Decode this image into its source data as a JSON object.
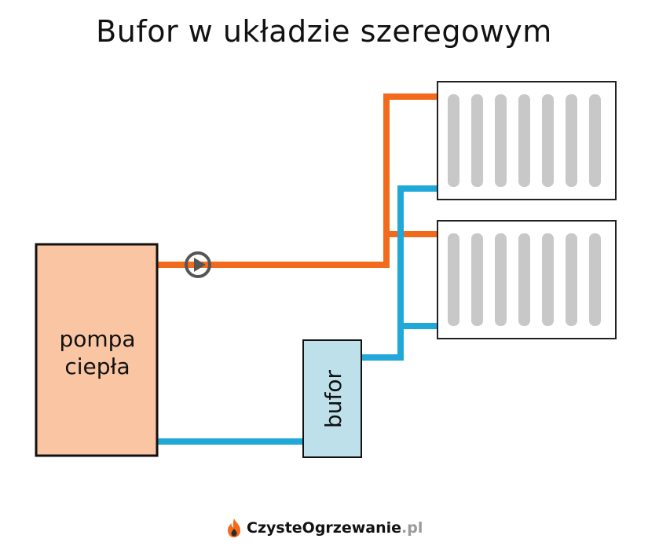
{
  "title": "Bufor w układzie szeregowym",
  "heat_pump": {
    "line1": "pompa",
    "line2": "ciepła"
  },
  "buffer": {
    "label": "bufor"
  },
  "brand": {
    "name": "CzysteOgrzewanie",
    "tld": ".pl"
  },
  "colors": {
    "hot_pipe": "#F26A1B",
    "cold_pipe": "#1FA8D8",
    "heat_pump_fill": "#F9C5A3",
    "buffer_fill": "#BDE0EA",
    "radiator_fin": "#C8C8C8",
    "pump_icon": "#555555",
    "flame": "#F26A1B"
  }
}
